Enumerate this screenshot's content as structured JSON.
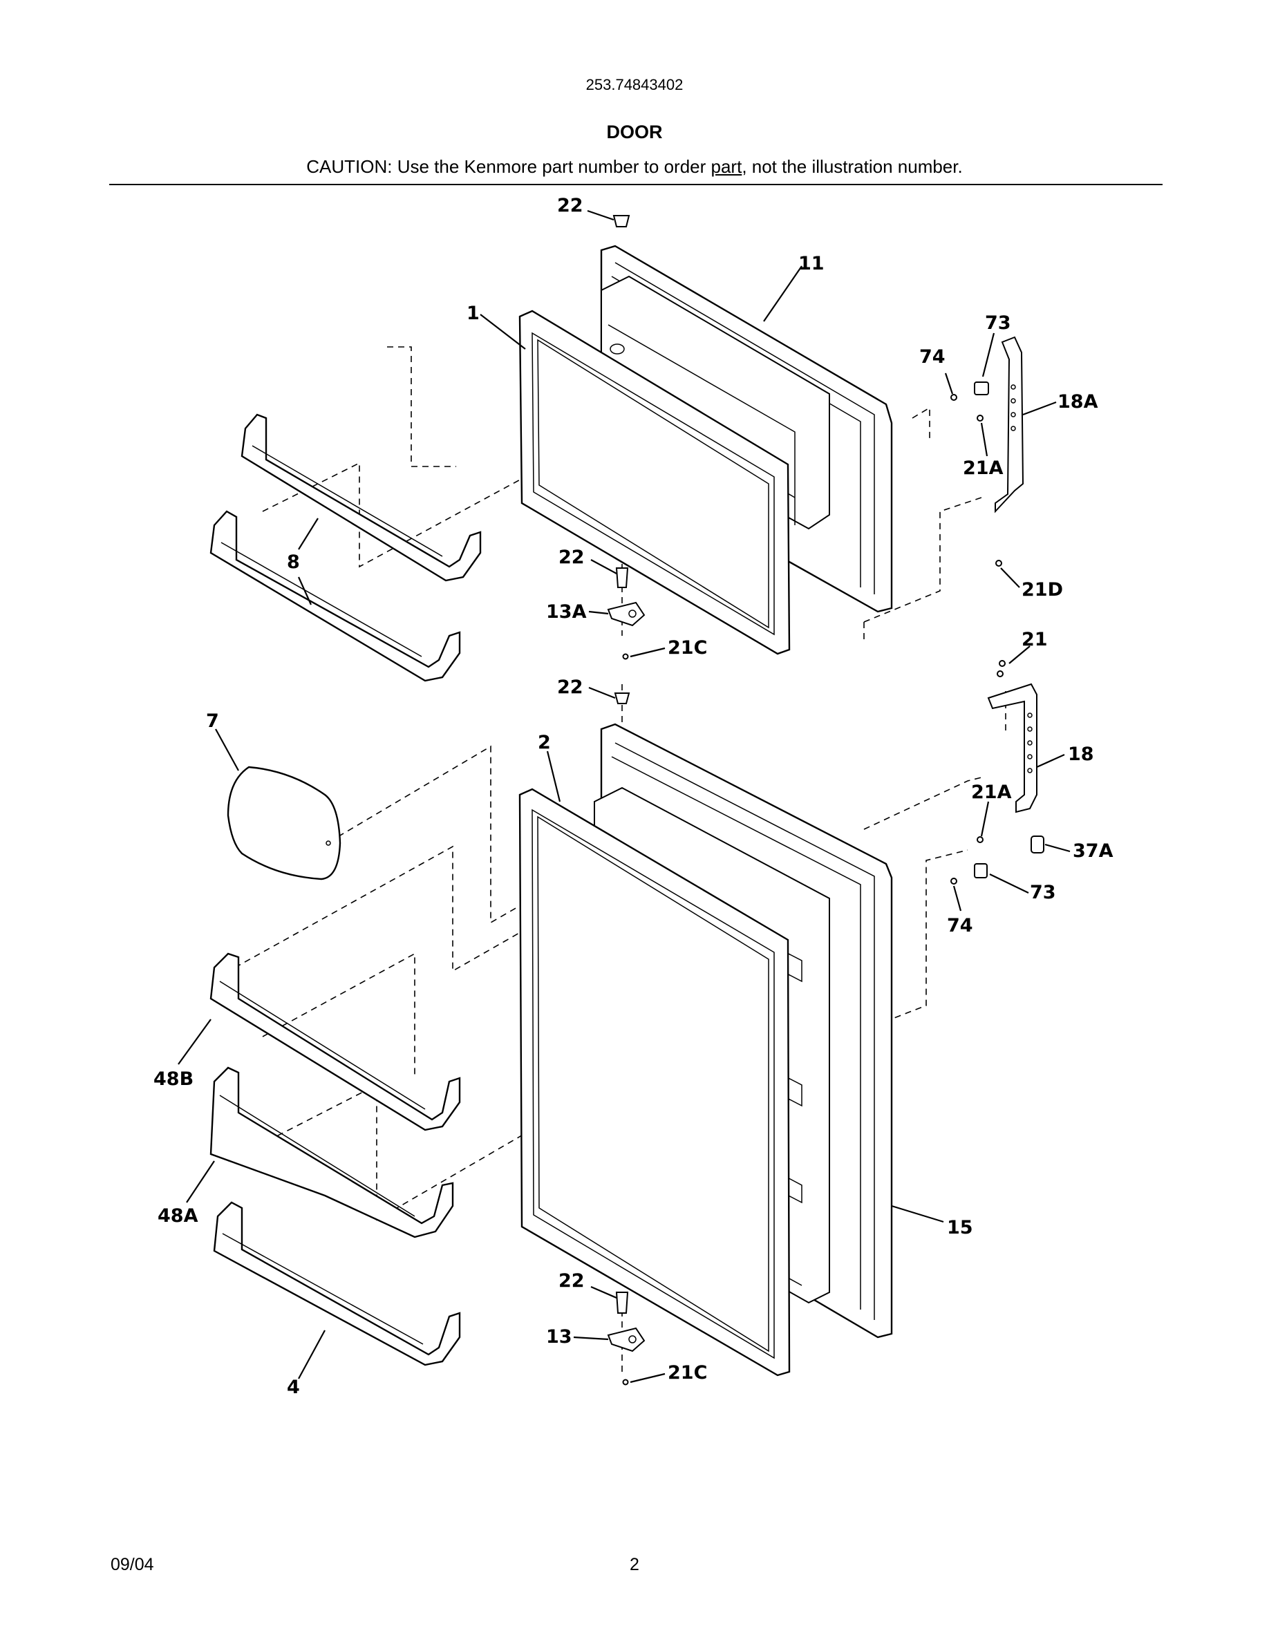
{
  "header": {
    "model_number": "253.74843402",
    "title": "DOOR",
    "caution_before": "CAUTION: Use the Kenmore part number to order ",
    "caution_underlined": "part",
    "caution_after": ", not the illustration number."
  },
  "callouts": {
    "c22_top": "22",
    "c11": "11",
    "c1": "1",
    "c73_top": "73",
    "c74_top": "74",
    "c18A": "18A",
    "c21A_top": "21A",
    "c21D": "21D",
    "c8": "8",
    "c22_a": "22",
    "c13A": "13A",
    "c21C_top": "21C",
    "c21": "21",
    "c22_b": "22",
    "c7": "7",
    "c2": "2",
    "c18": "18",
    "c21A_bot": "21A",
    "c37A": "37A",
    "c73_bot": "73",
    "c74_bot": "74",
    "c48B": "48B",
    "c48A": "48A",
    "c15": "15",
    "c22_c": "22",
    "c13": "13",
    "c21C_bot": "21C",
    "c4": "4"
  },
  "footer": {
    "date": "09/04",
    "page": "2"
  }
}
